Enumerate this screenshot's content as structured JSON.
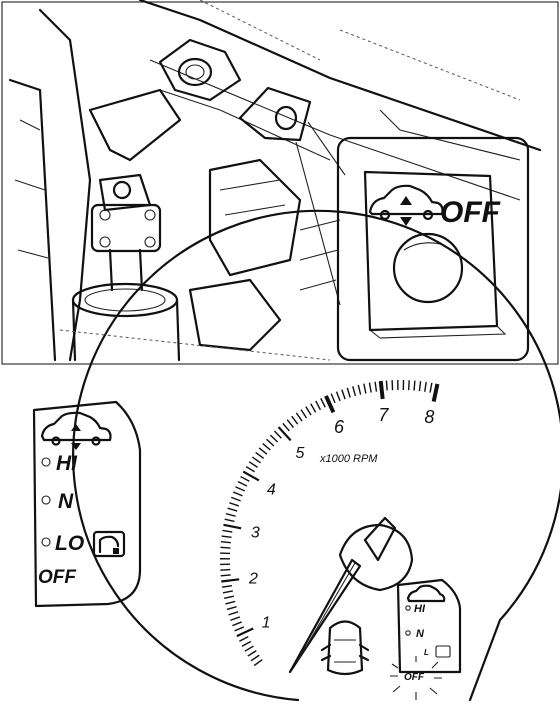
{
  "switch_callout": {
    "label": "OFF"
  },
  "mode_panel": {
    "items": [
      "HI",
      "N",
      "LO"
    ],
    "off_label": "OFF"
  },
  "tachometer": {
    "numerals": [
      "1",
      "2",
      "3",
      "4",
      "5",
      "6",
      "7",
      "8"
    ],
    "unit_label": "x1000 RPM",
    "mini_panel_items": [
      "HI",
      "N",
      "L"
    ],
    "mini_off_label": "OFF"
  },
  "colors": {
    "line": "#111111",
    "background": "#ffffff"
  }
}
